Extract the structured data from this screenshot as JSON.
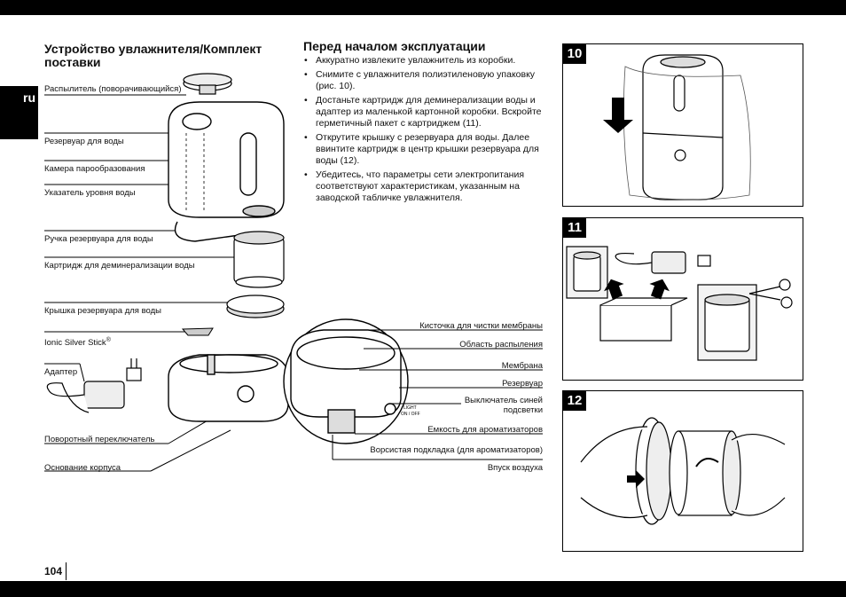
{
  "page": {
    "number": "104",
    "lang_tab": "ru"
  },
  "left": {
    "title": "Устройство увлажнителя/Комплект поставки",
    "labels": [
      "Распылитель (поворачивающийся)",
      "Резервуар для воды",
      "Камера парообразования",
      "Указатель уровня воды",
      "Ручка резервуара для воды",
      "Картридж для деминерализации воды",
      "Крышка резервуара для воды",
      "Ionic Silver Stick",
      "Адаптер",
      "Поворотный переключатель",
      "Основание корпуса"
    ],
    "ionic_sup": "®"
  },
  "right_labels": [
    "Кисточка для чистки мембраны",
    "Область распыления",
    "Мембрана",
    "Резервуар",
    "Выключатель синей подсветки",
    "Емкость для ароматизаторов",
    "Ворсистая подкладка (для ароматизаторов)",
    "Впуск воздуха"
  ],
  "switch_text": {
    "top": "LIGHT",
    "bottom": "ON / OFF"
  },
  "section": {
    "title": "Перед началом эксплуатации",
    "bullets": [
      "Аккуратно извлеките увлажнитель из коробки.",
      "Снимите с увлажнителя полиэтиленовую упаковку (рис. 10).",
      "Достаньте картридж для деминерализации воды и адаптер из маленькой картонной коробки. Вскройте герметичный пакет с картриджем (11).",
      "Открутите крышку с резервуара для воды. Далее ввинтите картридж в центр крышки резервуара для воды (12).",
      "Убедитесь, что параметры сети электропитания соответствуют характеристикам, указанным на заводской табличке увлажнителя."
    ]
  },
  "figures": [
    {
      "number": "10"
    },
    {
      "number": "11"
    },
    {
      "number": "12"
    }
  ]
}
